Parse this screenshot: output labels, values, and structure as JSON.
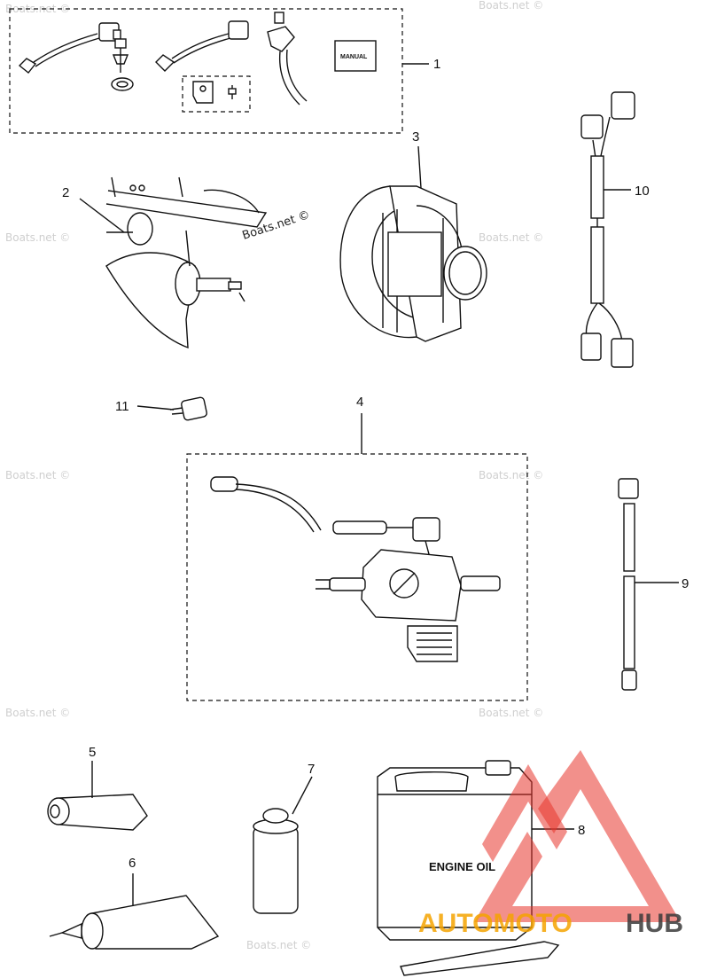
{
  "callouts": [
    "1",
    "2",
    "3",
    "4",
    "5",
    "6",
    "7",
    "8",
    "9",
    "10",
    "11"
  ],
  "kit_tag": "MANUAL",
  "jug_label": "ENGINE OIL",
  "watermark": "Boats.net ©",
  "logo": {
    "part1": "AUTOMOTO",
    "part2": "HUB"
  },
  "colors": {
    "logo_red": "#e8352b",
    "logo_orange": "#f4a300",
    "logo_dark": "#3a3a3a"
  }
}
